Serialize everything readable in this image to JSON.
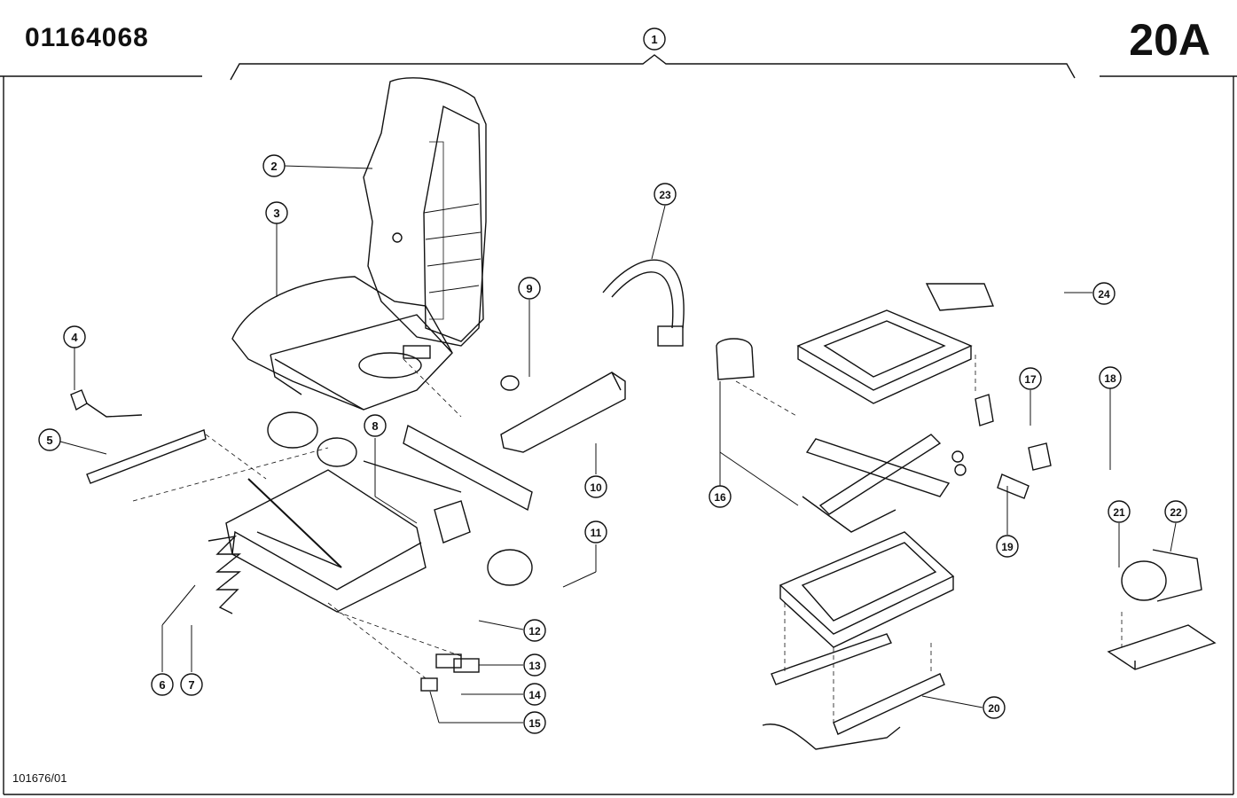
{
  "sheet": {
    "part_number": "01164068",
    "sheet_code": "20A",
    "drawing_ref": "101676/01"
  },
  "callouts": [
    "1",
    "2",
    "3",
    "4",
    "5",
    "6",
    "7",
    "8",
    "9",
    "10",
    "11",
    "12",
    "13",
    "14",
    "15",
    "16",
    "17",
    "18",
    "19",
    "20",
    "21",
    "22",
    "23",
    "24"
  ]
}
